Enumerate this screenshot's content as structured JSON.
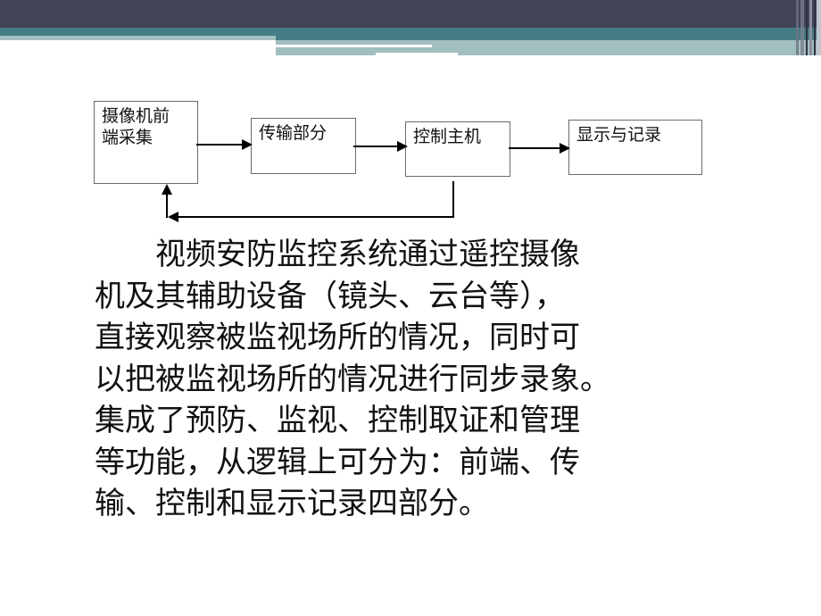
{
  "header": {
    "colors": {
      "dark_band": "#424457",
      "teal_band": "#447d84",
      "light_band": "#a2bfc0"
    }
  },
  "diagram": {
    "boxes": [
      {
        "id": "front-end",
        "label_lines": [
          "摄像机前",
          "端采集"
        ]
      },
      {
        "id": "transmission",
        "label_lines": [
          "传输部分"
        ]
      },
      {
        "id": "control-host",
        "label_lines": [
          "控制主机"
        ]
      },
      {
        "id": "display-record",
        "label_lines": [
          "显示与记录"
        ]
      }
    ],
    "edges": [
      {
        "from": "front-end",
        "to": "transmission"
      },
      {
        "from": "transmission",
        "to": "control-host"
      },
      {
        "from": "control-host",
        "to": "display-record"
      },
      {
        "from": "control-host",
        "to": "front-end",
        "type": "feedback"
      }
    ]
  },
  "body": {
    "lines": [
      "　　视频安防监控系统通过遥控摄像",
      "机及其辅助设备（镜头、云台等），",
      "直接观察被监视场所的情况，同时可",
      "以把被监视场所的情况进行同步录象。",
      "集成了预防、监视、控制取证和管理",
      "等功能，从逻辑上可分为：前端、传",
      "输、控制和显示记录四部分。"
    ]
  }
}
